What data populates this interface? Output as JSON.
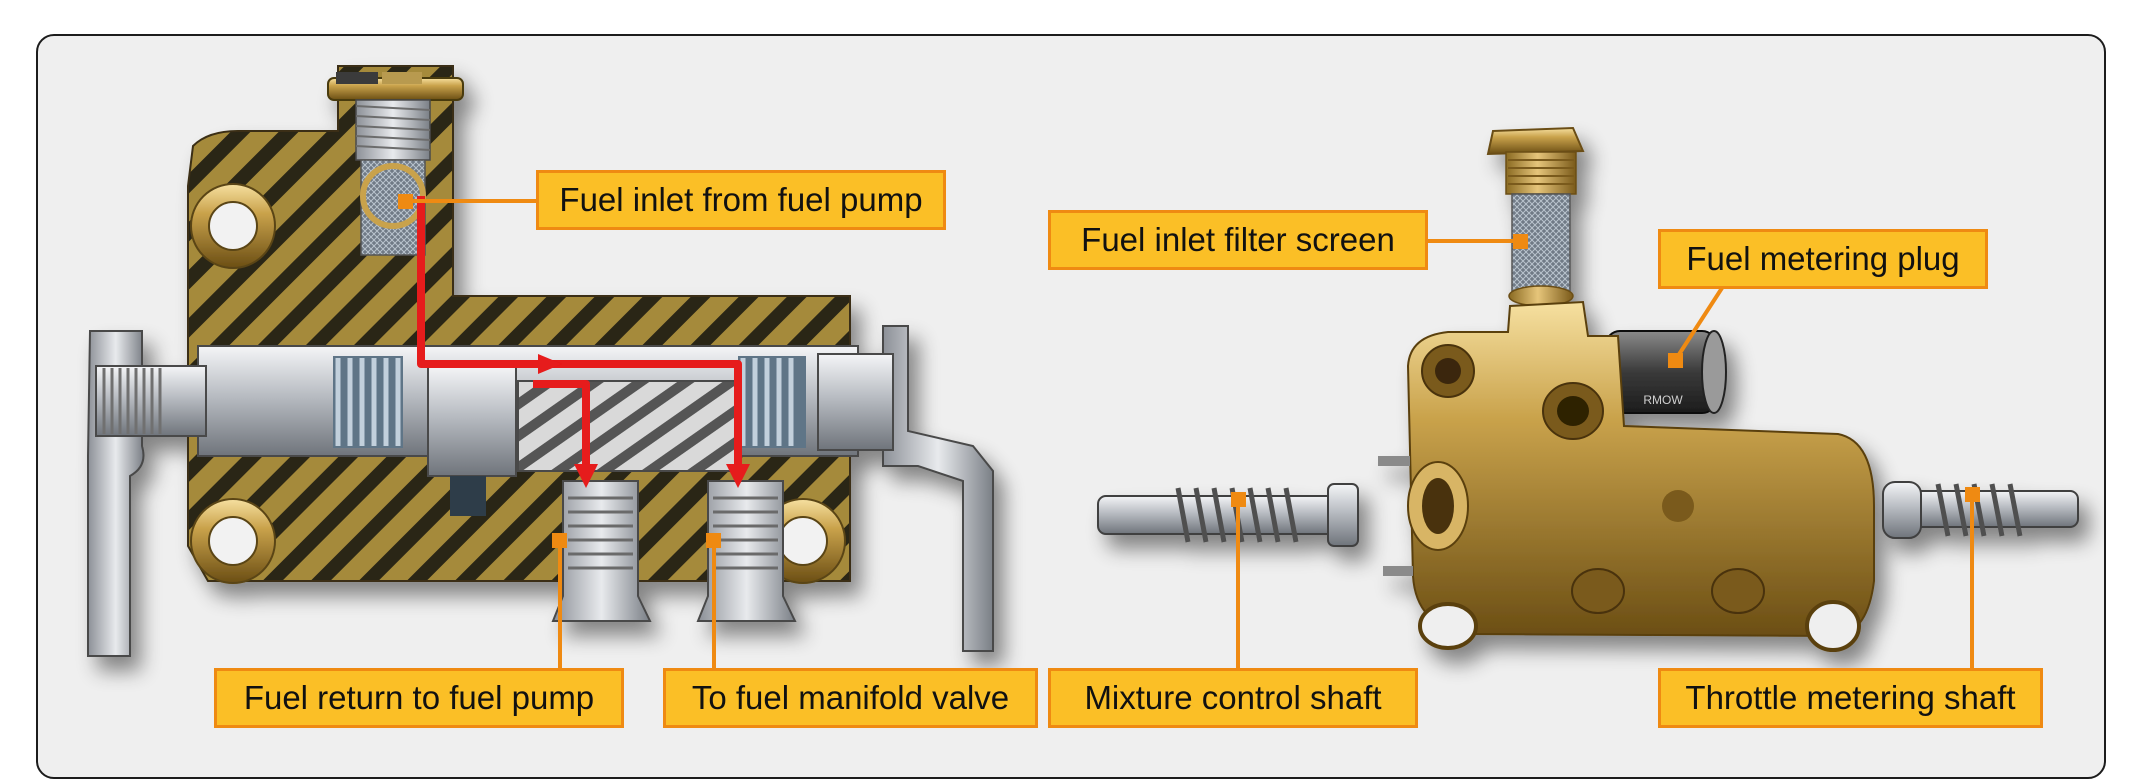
{
  "figure": {
    "colors": {
      "callout_fill": "#fbbf26",
      "callout_border": "#ef8a12",
      "leader_line": "#ef8a12",
      "fuel_flow": "#e61a1a",
      "housing_brass": "#a58a3a",
      "hatch_dark": "#2b2618",
      "polished_brass": "#c9a24b",
      "steel": "#b8bcc2",
      "spring_blue": "#7d93a8"
    },
    "callouts": {
      "fuel_inlet_from_pump": "Fuel inlet from fuel pump",
      "fuel_return_to_pump": "Fuel return to fuel pump",
      "to_fuel_manifold_valve": "To fuel manifold valve",
      "fuel_inlet_filter_screen": "Fuel inlet filter screen",
      "fuel_metering_plug": "Fuel metering plug",
      "mixture_control_shaft": "Mixture control shaft",
      "throttle_metering_shaft": "Throttle metering shaft"
    },
    "part_marking": "RMOW"
  }
}
